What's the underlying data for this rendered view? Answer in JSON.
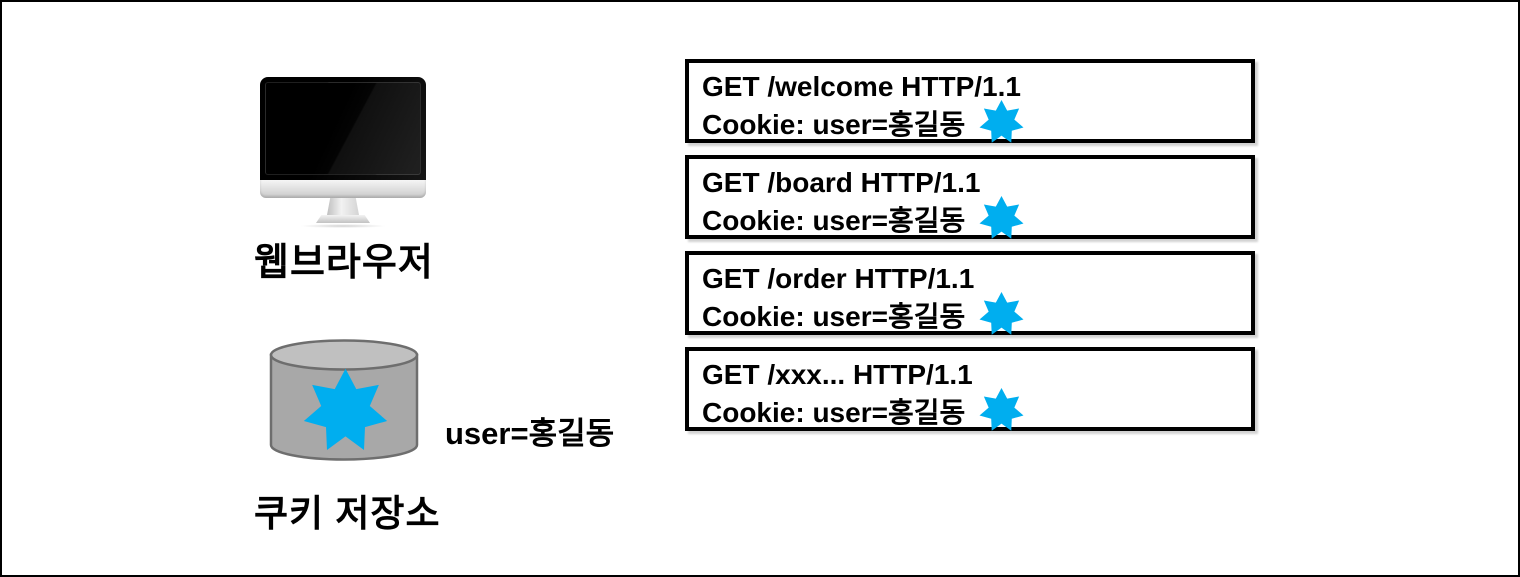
{
  "page": {
    "background": "#FFFFFF",
    "frame_border": "#000000"
  },
  "colors": {
    "text": "#000000",
    "star": "#00AEEF",
    "cylinder_body": "#A8A8A8",
    "cylinder_top": "#C0C0C0",
    "cylinder_stroke": "#6E6E6E",
    "box_border": "#000000"
  },
  "browser": {
    "icon": "imac-monitor-icon",
    "label": "웹브라우저"
  },
  "cookie_store": {
    "icon": "database-cylinder-icon",
    "badge_icon": "cookie-star-icon",
    "value": "user=홍길동",
    "label": "쿠키 저장소"
  },
  "requests": [
    {
      "line1": "GET /welcome HTTP/1.1",
      "line2": "Cookie: user=홍길동",
      "icon": "cookie-star-icon"
    },
    {
      "line1": "GET /board HTTP/1.1",
      "line2": "Cookie: user=홍길동",
      "icon": "cookie-star-icon"
    },
    {
      "line1": "GET /order HTTP/1.1",
      "line2": "Cookie: user=홍길동",
      "icon": "cookie-star-icon"
    },
    {
      "line1": "GET /xxx... HTTP/1.1",
      "line2": "Cookie: user=홍길동",
      "icon": "cookie-star-icon"
    }
  ]
}
